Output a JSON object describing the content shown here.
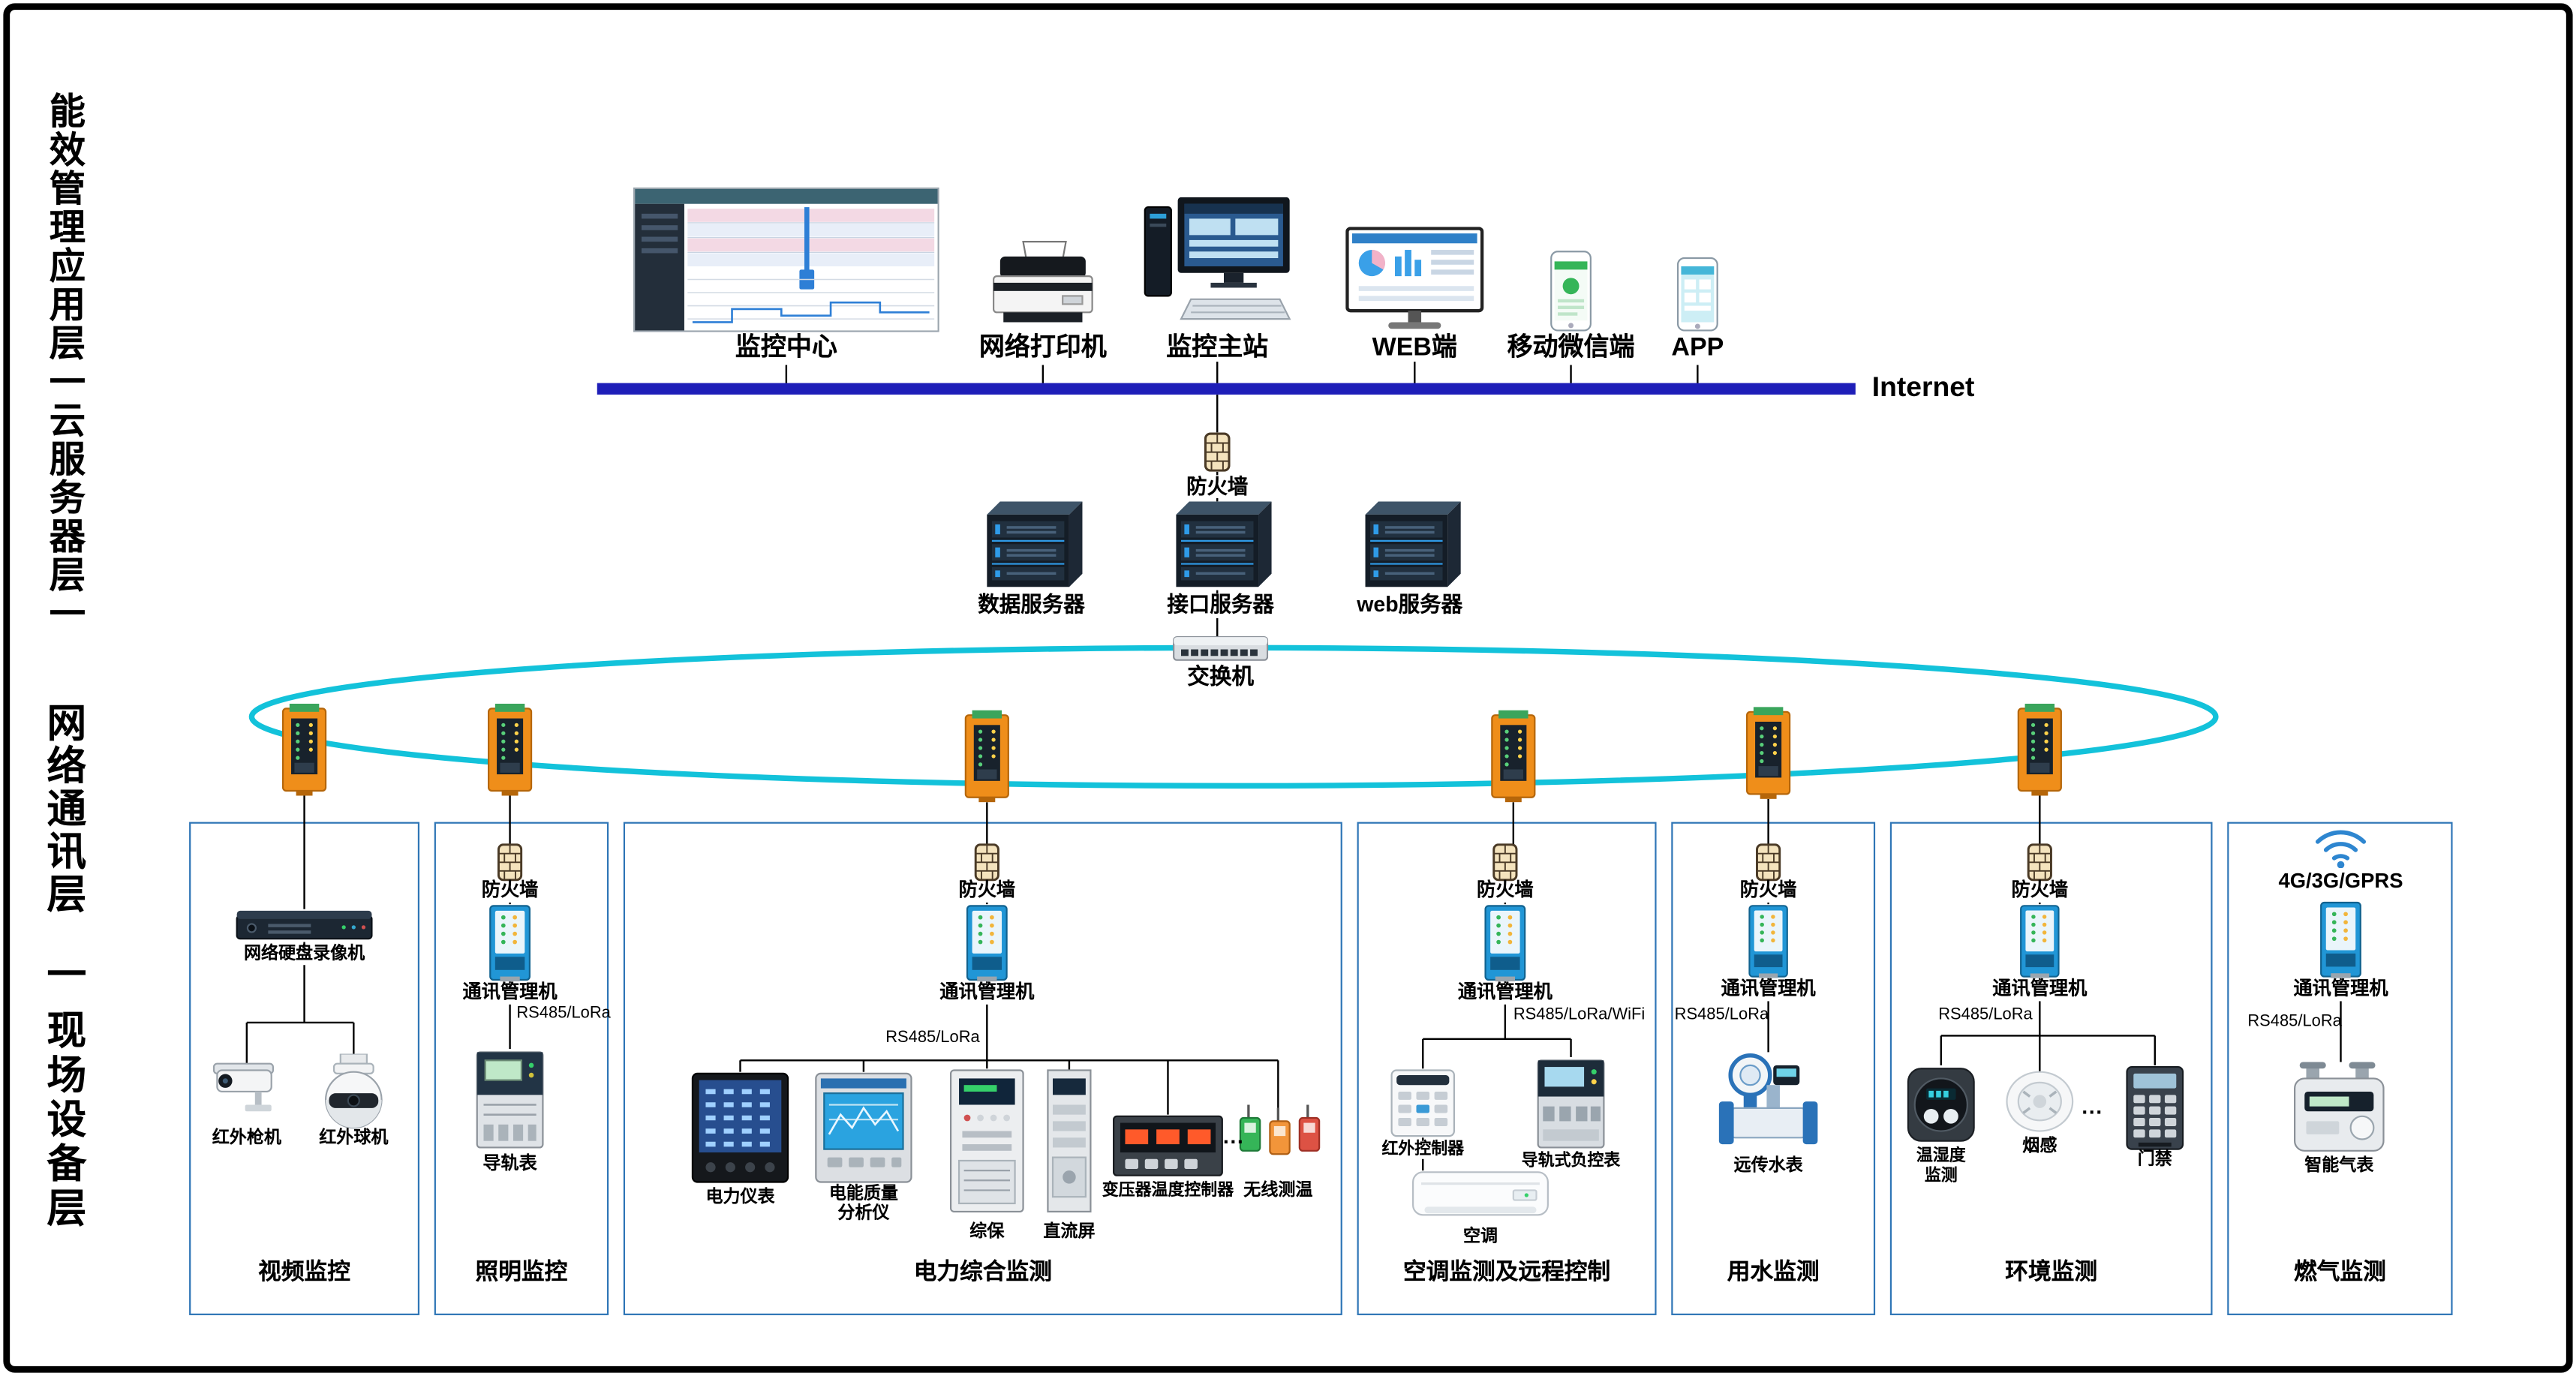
{
  "side": {
    "group1": "能效管理应用层一云服务器层一",
    "group2": "网络通讯层",
    "group3": "一",
    "group4": "现场设备层"
  },
  "top": {
    "monitor_center": "监控中心",
    "printer": "网络打印机",
    "master_station": "监控主站",
    "web": "WEB端",
    "wechat": "移动微信端",
    "app": "APP",
    "internet": "Internet"
  },
  "cloud": {
    "firewall": "防火墙",
    "data_server": "数据服务器",
    "interface_server": "接口服务器",
    "web_server": "web服务器",
    "switch": "交换机"
  },
  "zones": {
    "video": {
      "title": "视频监控",
      "nvr": "网络硬盘录像机",
      "gun_cam": "红外枪机",
      "dome_cam": "红外球机"
    },
    "lighting": {
      "title": "照明监控",
      "firewall": "防火墙",
      "gateway": "通讯管理机",
      "bus": "RS485/LoRa",
      "rail_meter": "导轨表"
    },
    "power": {
      "title": "电力综合监测",
      "firewall": "防火墙",
      "gateway": "通讯管理机",
      "bus": "RS485/LoRa",
      "power_meter": "电力仪表",
      "quality_line1": "电能质量",
      "quality_line2": "分析仪",
      "protection": "综保",
      "dc_panel": "直流屏",
      "transformer_ctrl": "变压器温度控制器",
      "ellipsis": "···",
      "wireless_temp": "无线测温"
    },
    "hvac": {
      "title": "空调监测及远程控制",
      "firewall": "防火墙",
      "gateway": "通讯管理机",
      "bus": "RS485/LoRa/WiFi",
      "ir_controller": "红外控制器",
      "load_meter": "导轨式负控表",
      "ac": "空调"
    },
    "water": {
      "title": "用水监测",
      "firewall": "防火墙",
      "gateway": "通讯管理机",
      "bus": "RS485/LoRa",
      "water_meter": "远传水表"
    },
    "env": {
      "title": "环境监测",
      "firewall": "防火墙",
      "gateway": "通讯管理机",
      "bus": "RS485/LoRa",
      "th_line1": "温湿度",
      "th_line2": "监测",
      "smoke": "烟感",
      "ellipsis": "···",
      "access": "门禁"
    },
    "gas": {
      "title": "燃气监测",
      "wireless": "4G/3G/GPRS",
      "gateway": "通讯管理机",
      "bus": "RS485/LoRa",
      "gas_meter": "智能气表"
    }
  },
  "colors": {
    "internet_bar": "#1E1EB8",
    "ring_network": "#13C2DA",
    "zone_border": "#2E75B6",
    "industrial_switch": "#EF8E1A",
    "gateway_device": "#2196D6"
  }
}
